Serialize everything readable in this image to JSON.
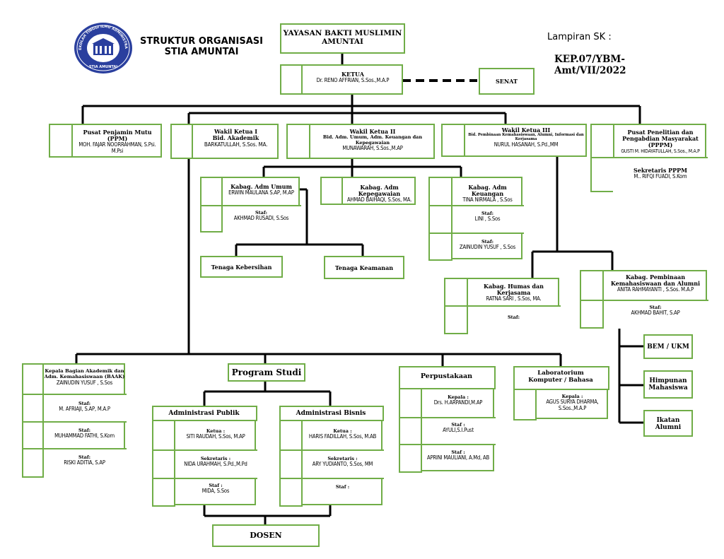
{
  "header": {
    "title_line1": "STRUKTUR ORGANISASI",
    "title_line2": "STIA AMUNTAI",
    "logo_text_top": "SEKOLAH TINGGI ILMU ADMINISTRASI",
    "logo_text_bottom": "STIA AMUNTAI",
    "lampiran_label": "Lampiran SK :",
    "sk_number": "KEP.07/YBM-Amt/VII/2022"
  },
  "yayasan": {
    "line1": "YAYASAN BAKTI MUSLIMIN",
    "line2": "AMUNTAI"
  },
  "ketua": {
    "title": "KETUA",
    "name": "Dr. RENO AFFRIAN, S.Sos.,M.A.P"
  },
  "senat": "SENAT",
  "ppm": {
    "title": "Pusat Penjamin Mutu (PPM)",
    "name_line1": "MOH. FAJAR NOORRAHMAN, S.Psi.",
    "name_line2": "M.Psi"
  },
  "waket1": {
    "title_line1": "Wakil Ketua I",
    "title_line2": "Bid. Akademik",
    "name": "BARKATULLAH, S.Sos. MA."
  },
  "waket2": {
    "title_line1": "Wakil Ketua II",
    "title_line2": "Bid. Adm. Umum, Adm. Keuangan dan Kepegawaian",
    "name": "MUNAWARAH, S.Sos.,M.AP"
  },
  "waket3": {
    "title_line1": "Wakil Ketua III",
    "title_line2": "Bid. Pembinaan Kemahasiswaan, Alumni, Informasi dan",
    "title_line3": "Kerjasama",
    "name": "NURUL HASANAH, S.Pd.,MM"
  },
  "pppm": {
    "title_line1": "Pusat Penelitian dan",
    "title_line2": "Pengabdian Masyarakat (PPPM)",
    "name": "GUSTI M. HIDAYATULLAH, S.Sos., M.A.P",
    "sek_title": "Sekretaris PPPM",
    "sek_name": "M.. RIFQI FUADI, S.Kom"
  },
  "adm_umum": {
    "title": "Kabag. Adm Umum",
    "name": "ERWIN MAULANA S.AP, M.AP",
    "staf_label": "Staf:",
    "staf_name": "AKHMAD RUSADI, S.Sos"
  },
  "adm_kepeg": {
    "title": "Kabag. Adm Kepegawaian",
    "name": "AHMAD BAIHAQI, S.Sos, MA."
  },
  "adm_keu": {
    "title": "Kabag. Adm Keuangan",
    "name": "TINA NIRMALA , S.Sos",
    "staf1_label": "Staf:",
    "staf1_name": "LINI , S.Sos",
    "staf2_label": "Staf:",
    "staf2_name": "ZAINUDIN YUSUF , S.Sos"
  },
  "kebersihan": "Tenaga Kebersihan",
  "keamanan": "Tenaga Keamanan",
  "humas": {
    "title": "Kabag. Humas dan Kerjasama",
    "name": "RATNA SARI , S.Sos, MA.",
    "staf_label": "Staf:"
  },
  "pembinaan": {
    "title_line1": "Kabag. Pembinaan",
    "title_line2": "Kemahasiswaan dan Alumni",
    "name": "ANITA RAHMAYANTI , S.Sos. M.A.P",
    "staf_label": "Staf:",
    "staf_name": "AKHMAD BAHIT, S.AP"
  },
  "bem": "BEM / UKM",
  "himpunan": {
    "line1": "Himpunan",
    "line2": "Mahasiswa"
  },
  "ikatan": {
    "line1": "Ikatan",
    "line2": "Alumni"
  },
  "baak": {
    "title_line1": "Kepala Bagian Akademik dan",
    "title_line2": "Adm. Kemahasiswaan (BAAK)",
    "name": "ZAINUDIN YUSUF , S.Sos",
    "staf_label": "Staf:",
    "staf1": "M. AFRIAJI, S.AP, M.A.P",
    "staf2": "MUHAMMAD FATHI, S.Kom",
    "staf3": "RISKI ADITIA, S.AP"
  },
  "prodi": "Program Studi",
  "ap": {
    "title": "Administrasi Publik",
    "ketua_label": "Ketua :",
    "ketua": "SITI RAUDAH, S.Sos, M.AP",
    "sek_label": "Sekretaris :",
    "sek": "NIDA URAHMAH, S.Pd.,M.Pd",
    "staf_label": "Staf :",
    "staf": "MIDA, S.Sos"
  },
  "ab": {
    "title": "Administrasi Bisnis",
    "ketua_label": "Ketua :",
    "ketua": "HARIS FADILLAH, S.Sos, M.AB",
    "sek_label": "Sekretaris :",
    "sek": "ARY YUDIANTO, S.Sos, MM",
    "staf_label": "Staf :"
  },
  "perpus": {
    "title": "Perpustakaan",
    "kepala_label": "Kepala :",
    "kepala": "Drs. H.ARPANDI,M.AP",
    "staf1_label": "Staf :",
    "staf1": "AYULI,S.I.Pust",
    "staf2_label": "Staf :",
    "staf2": "APRINI MAULIANI, A.Md, AB"
  },
  "lab": {
    "title_line1": "Laboratorium",
    "title_line2": "Komputer / Bahasa",
    "kepala_label": "Kepala :",
    "kepala_line1": "AGUS SURYA DHARMA,",
    "kepala_line2": "S.Sos.,M.A.P"
  },
  "dosen": "DOSEN",
  "colors": {
    "box_border": "#70ad47",
    "line": "#000000",
    "logo_blue": "#2a3f9e"
  }
}
